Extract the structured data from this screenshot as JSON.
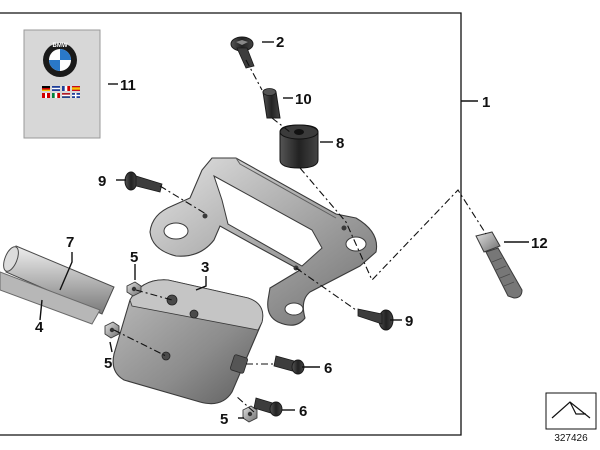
{
  "callouts": {
    "c1": "1",
    "c2": "2",
    "c3": "3",
    "c4": "4",
    "c5a": "5",
    "c5b": "5",
    "c5c": "5",
    "c6a": "6",
    "c6b": "6",
    "c7": "7",
    "c8": "8",
    "c9a": "9",
    "c9b": "9",
    "c10": "10",
    "c11": "11",
    "c12": "12"
  },
  "logo": {
    "brand": "BMW"
  },
  "reference_number": "327426",
  "colors": {
    "line": "#111111",
    "metal_light": "#c9c9c9",
    "metal_mid": "#9a9a9a",
    "metal_dark": "#5e5e5e",
    "black_part": "#2b2b2b",
    "manual_bg": "#d7d7d7"
  }
}
